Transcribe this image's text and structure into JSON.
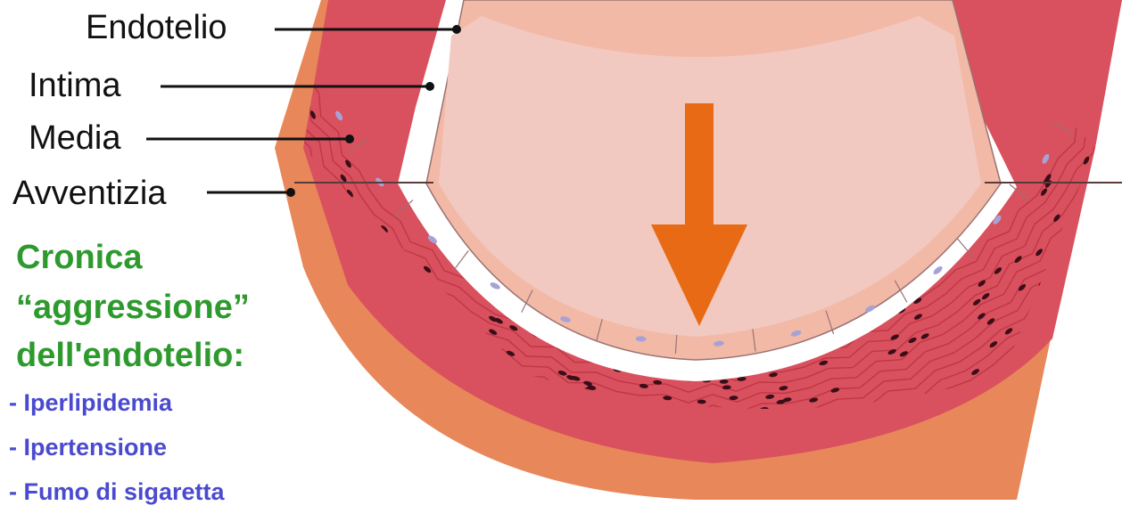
{
  "labels": {
    "endotelio": "Endotelio",
    "intima": "Intima",
    "media": "Media",
    "avventizia": "Avventizia"
  },
  "heading": {
    "line1": "Cronica",
    "line2": "“aggressione”",
    "line3": "dell'endotelio:"
  },
  "causes": [
    "- Iperlipidemia",
    "- Ipertensione",
    "- Fumo di sigaretta"
  ],
  "colors": {
    "adventitia": "#e8875a",
    "media": "#d9505e",
    "intima": "#ffffff",
    "endothelium": "#f2b9a6",
    "lumen": "#f1c9c1",
    "arrow": "#e86a14",
    "heading_text": "#2e9a2e",
    "cause_text": "#4a4ad0"
  },
  "icons": {
    "flow": "down-arrow-icon"
  }
}
